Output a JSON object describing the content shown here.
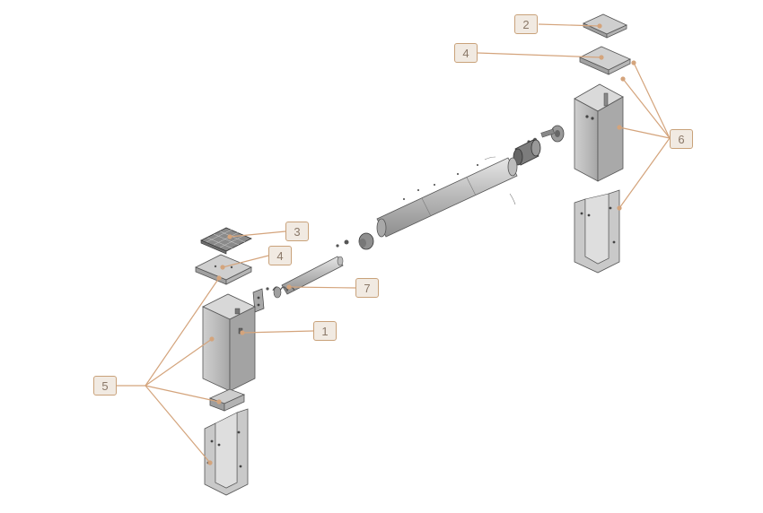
{
  "diagram": {
    "callouts": [
      {
        "id": "c2",
        "label": "2"
      },
      {
        "id": "c4-top",
        "label": "4"
      },
      {
        "id": "c6",
        "label": "6"
      },
      {
        "id": "c3",
        "label": "3"
      },
      {
        "id": "c4-left",
        "label": "4"
      },
      {
        "id": "c7",
        "label": "7"
      },
      {
        "id": "c1",
        "label": "1"
      },
      {
        "id": "c5",
        "label": "5"
      }
    ],
    "colors": {
      "leader": "#d4a47c",
      "callout_border": "#c9a27a",
      "callout_fill": "#f1eae2",
      "callout_text": "#8a7868",
      "part_fill_light": "#d6d6d6",
      "part_fill_mid": "#bdbdbd",
      "part_fill_dark": "#9c9c9c",
      "part_stroke": "#555555"
    }
  }
}
